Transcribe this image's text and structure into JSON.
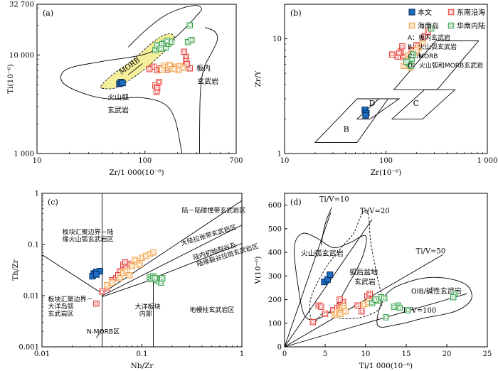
{
  "chart_data": [
    {
      "id": "a",
      "type": "scatter",
      "panel_label": "(a)",
      "xscale": "log",
      "yscale": "log",
      "xlim": [
        10,
        700
      ],
      "ylim": [
        1000,
        32700
      ],
      "xticks": [
        {
          "v": 10,
          "t": "10"
        },
        {
          "v": 100,
          "t": "100"
        },
        {
          "v": 700,
          "t": "700"
        }
      ],
      "yticks": [
        {
          "v": 1000,
          "t": "1 000"
        },
        {
          "v": 10000,
          "t": "10 000"
        },
        {
          "v": 32700,
          "t": "32 700"
        }
      ],
      "xlabel": "Zr/1 000(10⁻⁶)",
      "ylabel": "Ti(10⁻⁶)",
      "region_labels": [
        {
          "t": "MORB",
          "x": 60,
          "y": 6300,
          "rot": -35
        },
        {
          "t": "板内",
          "x": 300,
          "y": 6900
        },
        {
          "t": "玄武岩",
          "x": 305,
          "y": 5100
        },
        {
          "t": "火山弧",
          "x": 45,
          "y": 3500
        },
        {
          "t": "玄武岩",
          "x": 45,
          "y": 2600
        }
      ],
      "series": [
        {
          "name": "本文",
          "points": [
            [
              58,
              5100
            ],
            [
              60,
              5300
            ],
            [
              62,
              5200
            ]
          ]
        },
        {
          "name": "东南沿海",
          "points": [
            [
              120,
              7600
            ],
            [
              130,
              7000
            ],
            [
              140,
              7300
            ],
            [
              125,
              4900
            ],
            [
              130,
              4600
            ],
            [
              128,
              4200
            ],
            [
              135,
              5300
            ],
            [
              110,
              7200
            ],
            [
              160,
              7100
            ],
            [
              240,
              9600
            ],
            [
              240,
              8600
            ],
            [
              260,
              7300
            ],
            [
              230,
              10800
            ],
            [
              245,
              8100
            ]
          ]
        },
        {
          "name": "海南岛",
          "points": [
            [
              150,
              7800
            ],
            [
              165,
              7500
            ],
            [
              180,
              7300
            ],
            [
              195,
              7600
            ],
            [
              210,
              7700
            ],
            [
              225,
              7400
            ],
            [
              145,
              7100
            ],
            [
              170,
              7900
            ],
            [
              205,
              7000
            ],
            [
              185,
              7200
            ]
          ]
        },
        {
          "name": "华南内陆",
          "points": [
            [
              125,
              11200
            ],
            [
              135,
              12000
            ],
            [
              130,
              12600
            ],
            [
              150,
              13300
            ],
            [
              145,
              12800
            ],
            [
              155,
              11800
            ],
            [
              165,
              13000
            ],
            [
              175,
              13600
            ],
            [
              250,
              13500
            ],
            [
              260,
              20000
            ],
            [
              270,
              14200
            ],
            [
              140,
              11600
            ],
            [
              160,
              13900
            ]
          ]
        }
      ]
    },
    {
      "id": "b",
      "type": "scatter",
      "panel_label": "(b)",
      "xscale": "log",
      "yscale": "log",
      "xlim": [
        10,
        1000
      ],
      "ylim": [
        1,
        20
      ],
      "xticks": [
        {
          "v": 10,
          "t": "10"
        },
        {
          "v": 100,
          "t": "100"
        },
        {
          "v": 1000,
          "t": "1 000"
        }
      ],
      "yticks": [
        {
          "v": 1,
          "t": "1"
        },
        {
          "v": 10,
          "t": "10"
        }
      ],
      "xlabel": "Zr(10⁻⁶)",
      "ylabel": "Zr/Y",
      "region_labels": [
        {
          "t": "A",
          "x": 200,
          "y": 6.8
        },
        {
          "t": "B",
          "x": 38,
          "y": 1.55
        },
        {
          "t": "C",
          "x": 185,
          "y": 2.6
        },
        {
          "t": "D",
          "x": 68,
          "y": 2.6
        }
      ],
      "legend": {
        "title_items": [
          "本文",
          "东南沿海",
          "海南岛",
          "华南内陆"
        ],
        "notes": [
          "A：板内玄武岩",
          "B：火山弧玄武岩",
          "C：MORB",
          "D：火山弧和MORB玄武岩"
        ]
      },
      "series": [
        {
          "name": "本文",
          "points": [
            [
              62,
              2.4
            ],
            [
              64,
              2.25
            ],
            [
              63,
              2.15
            ]
          ]
        },
        {
          "name": "东南沿海",
          "points": [
            [
              115,
              7.3
            ],
            [
              130,
              7.0
            ],
            [
              140,
              7.8
            ],
            [
              150,
              6.9
            ],
            [
              180,
              8.0
            ],
            [
              200,
              8.8
            ],
            [
              240,
              10.5
            ],
            [
              260,
              11.5
            ],
            [
              160,
              6.5
            ],
            [
              135,
              7.5
            ],
            [
              145,
              8.6
            ]
          ]
        },
        {
          "name": "海南岛",
          "points": [
            [
              150,
              5.8
            ],
            [
              160,
              6.2
            ],
            [
              170,
              6.5
            ],
            [
              180,
              7.0
            ],
            [
              190,
              7.6
            ],
            [
              210,
              8.3
            ],
            [
              230,
              9.2
            ],
            [
              165,
              7.2
            ],
            [
              175,
              5.6
            ],
            [
              200,
              7.9
            ]
          ]
        },
        {
          "name": "华南内陆",
          "points": [
            [
              170,
              6.1
            ],
            [
              180,
              6.7
            ],
            [
              175,
              5.8
            ],
            [
              185,
              7.3
            ],
            [
              280,
              12.3
            ],
            [
              160,
              6.3
            ]
          ]
        }
      ]
    },
    {
      "id": "c",
      "type": "scatter",
      "panel_label": "(c)",
      "xscale": "log",
      "yscale": "log",
      "xlim": [
        0.01,
        1
      ],
      "ylim": [
        0.001,
        1
      ],
      "xticks": [
        {
          "v": 0.01,
          "t": "0.01"
        },
        {
          "v": 0.1,
          "t": "0.1"
        },
        {
          "v": 1,
          "t": "1"
        }
      ],
      "yticks": [
        {
          "v": 0.001,
          "t": "0.001"
        },
        {
          "v": 0.01,
          "t": "0.01"
        },
        {
          "v": 0.1,
          "t": "0.1"
        },
        {
          "v": 1,
          "t": "1"
        }
      ],
      "xlabel": "Nb/Zr",
      "ylabel": "Th/Zr",
      "region_labels": [
        {
          "t": "陆－陆碰撞带玄武岩区",
          "x": 0.25,
          "y": 0.42
        },
        {
          "t": "板块汇聚边界－陆",
          "x": 0.016,
          "y": 0.16
        },
        {
          "t": "缘火山弧玄武岩区",
          "x": 0.016,
          "y": 0.115
        },
        {
          "t": "大陆拉张带玄武岩区",
          "x": 0.25,
          "y": 0.095,
          "rot": -17
        },
        {
          "t": "陆内初始裂谷及",
          "x": 0.33,
          "y": 0.05,
          "rot": -17
        },
        {
          "t": "陆缘裂谷拉斑玄武岩区",
          "x": 0.36,
          "y": 0.037,
          "rot": -17
        },
        {
          "t": "板块汇聚边界－",
          "x": 0.0115,
          "y": 0.0078
        },
        {
          "t": "大洋岛弧",
          "x": 0.0115,
          "y": 0.0056
        },
        {
          "t": "玄武岩区",
          "x": 0.0115,
          "y": 0.004
        },
        {
          "t": "大洋板块",
          "x": 0.085,
          "y": 0.0055
        },
        {
          "t": "内部",
          "x": 0.094,
          "y": 0.004
        },
        {
          "t": "地幔柱玄武岩区",
          "x": 0.3,
          "y": 0.0048
        },
        {
          "t": "N-MORB区",
          "x": 0.028,
          "y": 0.0018
        }
      ],
      "series": [
        {
          "name": "本文",
          "points": [
            [
              0.033,
              0.027
            ],
            [
              0.035,
              0.029
            ],
            [
              0.038,
              0.03
            ],
            [
              0.032,
              0.024
            ],
            [
              0.035,
              0.026
            ]
          ]
        },
        {
          "name": "东南沿海",
          "points": [
            [
              0.035,
              0.007
            ],
            [
              0.04,
              0.012
            ],
            [
              0.045,
              0.014
            ],
            [
              0.05,
              0.02
            ],
            [
              0.055,
              0.022
            ],
            [
              0.06,
              0.03
            ],
            [
              0.065,
              0.04
            ],
            [
              0.07,
              0.035
            ],
            [
              0.075,
              0.042
            ],
            [
              0.068,
              0.045
            ],
            [
              0.058,
              0.025
            ]
          ]
        },
        {
          "name": "海南岛",
          "points": [
            [
              0.045,
              0.016
            ],
            [
              0.05,
              0.018
            ],
            [
              0.06,
              0.022
            ],
            [
              0.065,
              0.028
            ],
            [
              0.07,
              0.03
            ],
            [
              0.08,
              0.038
            ],
            [
              0.09,
              0.045
            ],
            [
              0.1,
              0.055
            ],
            [
              0.11,
              0.06
            ],
            [
              0.12,
              0.065
            ],
            [
              0.13,
              0.07
            ],
            [
              0.085,
              0.05
            ],
            [
              0.075,
              0.025
            ],
            [
              0.095,
              0.04
            ]
          ]
        },
        {
          "name": "华南内陆",
          "points": [
            [
              0.12,
              0.023
            ],
            [
              0.125,
              0.021
            ],
            [
              0.13,
              0.024
            ],
            [
              0.14,
              0.02
            ],
            [
              0.15,
              0.019
            ],
            [
              0.155,
              0.018
            ],
            [
              0.16,
              0.022
            ],
            [
              0.135,
              0.022
            ]
          ]
        }
      ]
    },
    {
      "id": "d",
      "type": "scatter",
      "panel_label": "(d)",
      "xscale": "linear",
      "yscale": "linear",
      "xlim": [
        0,
        25
      ],
      "ylim": [
        0,
        650
      ],
      "xticks": [
        {
          "v": 0,
          "t": "0"
        },
        {
          "v": 5,
          "t": "5"
        },
        {
          "v": 10,
          "t": "10"
        },
        {
          "v": 15,
          "t": "15"
        },
        {
          "v": 20,
          "t": "20"
        },
        {
          "v": 25,
          "t": "25"
        }
      ],
      "yticks": [
        {
          "v": 0,
          "t": "0"
        },
        {
          "v": 100,
          "t": "100"
        },
        {
          "v": 200,
          "t": "200"
        },
        {
          "v": 300,
          "t": "300"
        },
        {
          "v": 400,
          "t": "400"
        },
        {
          "v": 500,
          "t": "500"
        },
        {
          "v": 600,
          "t": "600"
        }
      ],
      "xlabel": "Ti/1 000(10⁻⁶)",
      "ylabel": "V(10⁻⁶)",
      "region_labels": [
        {
          "t": "Ti/V=10",
          "x": 4.3,
          "y": 615
        },
        {
          "t": "Ti/V=20",
          "x": 9.3,
          "y": 565
        },
        {
          "t": "Ti/V=50",
          "x": 16.2,
          "y": 395
        },
        {
          "t": "Ti/V=100",
          "x": 14.5,
          "y": 145
        },
        {
          "t": "火山弧玄武岩",
          "x": 2.0,
          "y": 385
        },
        {
          "t": "弧后盆地",
          "x": 8.0,
          "y": 305
        },
        {
          "t": "玄武岩",
          "x": 8.6,
          "y": 265
        },
        {
          "t": "OIB/碱性玄武岩",
          "x": 15.6,
          "y": 225
        }
      ],
      "series": [
        {
          "name": "本文",
          "points": [
            [
              4.9,
              275
            ],
            [
              5.3,
              285
            ],
            [
              5.6,
              305
            ]
          ]
        },
        {
          "name": "东南沿海",
          "points": [
            [
              3.5,
              105
            ],
            [
              4.2,
              175
            ],
            [
              4.5,
              170
            ],
            [
              5.0,
              140
            ],
            [
              6.0,
              155
            ],
            [
              6.5,
              165
            ],
            [
              6.7,
              170
            ],
            [
              7.0,
              180
            ],
            [
              7.2,
              190
            ],
            [
              9.0,
              175
            ],
            [
              9.5,
              150
            ],
            [
              10.2,
              215
            ],
            [
              10.5,
              225
            ],
            [
              11.0,
              200
            ],
            [
              6.8,
              200
            ],
            [
              7.3,
              160
            ]
          ]
        },
        {
          "name": "海南岛",
          "points": [
            [
              6.2,
              135
            ],
            [
              6.5,
              145
            ],
            [
              6.7,
              150
            ],
            [
              7.0,
              155
            ],
            [
              7.1,
              165
            ],
            [
              7.3,
              170
            ],
            [
              9.8,
              180
            ],
            [
              10.3,
              185
            ],
            [
              6.9,
              140
            ],
            [
              7.5,
              150
            ]
          ]
        },
        {
          "name": "华南内陆",
          "points": [
            [
              10.8,
              185
            ],
            [
              11.5,
              195
            ],
            [
              11.9,
              210
            ],
            [
              12.3,
              205
            ],
            [
              13.5,
              170
            ],
            [
              14.0,
              175
            ],
            [
              15.2,
              155
            ],
            [
              12.5,
              125
            ],
            [
              21.0,
              225
            ],
            [
              20.8,
              210
            ],
            [
              14.2,
              165
            ],
            [
              11.2,
              200
            ]
          ]
        }
      ]
    }
  ],
  "styles": {
    "本文": {
      "fill": "#1a6fc4",
      "stroke": "#0b2f63",
      "solid": true
    },
    "东南沿海": {
      "fill": "#ffffff",
      "stroke": "#e4322b",
      "solid": false
    },
    "海南岛": {
      "fill": "#ffffff",
      "stroke": "#f29b3a",
      "solid": false
    },
    "华南内陆": {
      "fill": "#ffffff",
      "stroke": "#2ea043",
      "solid": false
    },
    "morb_field": "#f4ef9a"
  }
}
